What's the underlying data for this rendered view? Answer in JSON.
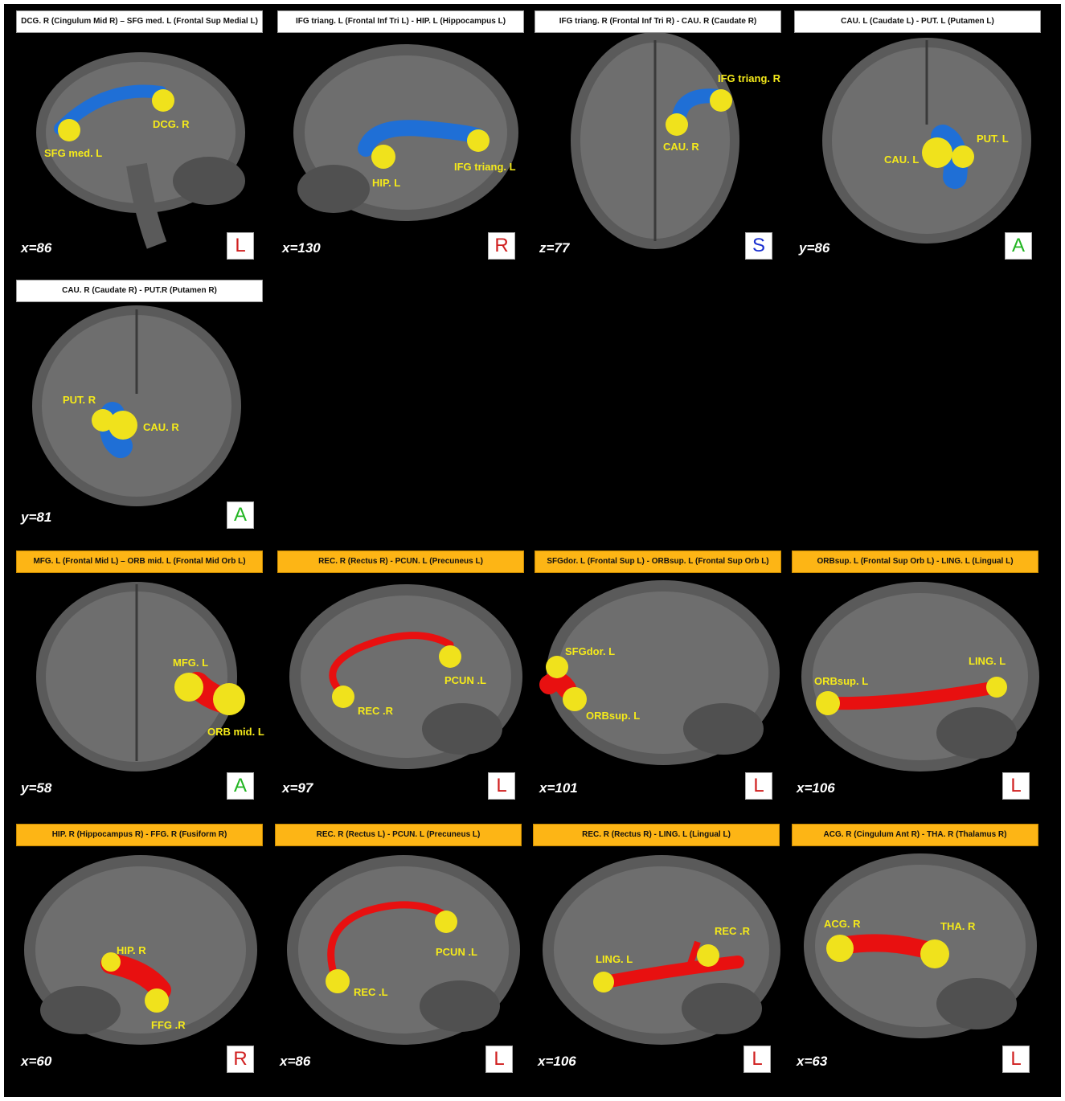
{
  "colors": {
    "background": "#000000",
    "blue_tract": "#1f6fd6",
    "red_tract": "#e81010",
    "node": "#f0e21c",
    "label": "#f5ea1a",
    "orange_title": "#fdb515"
  },
  "panels": [
    {
      "title": "DCG. R (Cingulum Mid R) – SFG med. L (Frontal Sup Medial L)",
      "coord": "x=86",
      "orient": "L",
      "orient_color": "#d02020",
      "labels": [
        "DCG. R",
        "SFG med. L"
      ]
    },
    {
      "title": "IFG triang. L (Frontal Inf Tri L) - HIP. L (Hippocampus L)",
      "coord": "x=130",
      "orient": "R",
      "orient_color": "#d02020",
      "labels": [
        "HIP. L",
        "IFG triang. L"
      ]
    },
    {
      "title": "IFG triang. R (Frontal Inf Tri R) - CAU. R (Caudate R)",
      "coord": "z=77",
      "orient": "S",
      "orient_color": "#1a2fd0",
      "labels": [
        "IFG triang. R",
        "CAU. R"
      ]
    },
    {
      "title": "CAU. L (Caudate L) - PUT. L (Putamen L)",
      "coord": "y=86",
      "orient": "A",
      "orient_color": "#22b522",
      "labels": [
        "PUT. L",
        "CAU. L"
      ]
    },
    {
      "title": "CAU. R (Caudate R) - PUT.R (Putamen R)",
      "coord": "y=81",
      "orient": "A",
      "orient_color": "#22b522",
      "labels": [
        "PUT. R",
        "CAU. R"
      ]
    },
    {
      "title": "MFG. L (Frontal Mid L) – ORB mid. L (Frontal Mid Orb L)",
      "coord": "y=58",
      "orient": "A",
      "orient_color": "#22b522",
      "labels": [
        "MFG. L",
        "ORB mid. L"
      ]
    },
    {
      "title": "REC. R (Rectus R) - PCUN. L (Precuneus L)",
      "coord": "x=97",
      "orient": "L",
      "orient_color": "#d02020",
      "labels": [
        "PCUN .L",
        "REC .R"
      ]
    },
    {
      "title": "SFGdor. L (Frontal Sup L) - ORBsup. L (Frontal Sup Orb L)",
      "coord": "x=101",
      "orient": "L",
      "orient_color": "#d02020",
      "labels": [
        "SFGdor. L",
        "ORBsup. L"
      ]
    },
    {
      "title": "ORBsup. L (Frontal Sup Orb L) - LING. L (Lingual L)",
      "coord": "x=106",
      "orient": "L",
      "orient_color": "#d02020",
      "labels": [
        "ORBsup. L",
        "LING. L"
      ]
    },
    {
      "title": "HIP. R (Hippocampus R) - FFG. R (Fusiform R)",
      "coord": "x=60",
      "orient": "R",
      "orient_color": "#d02020",
      "labels": [
        "HIP. R",
        "FFG .R"
      ]
    },
    {
      "title": "REC. R (Rectus L) - PCUN. L (Precuneus L)",
      "coord": "x=86",
      "orient": "L",
      "orient_color": "#d02020",
      "labels": [
        "PCUN .L",
        "REC .L"
      ]
    },
    {
      "title": "REC. R (Rectus R) - LING. L (Lingual L)",
      "coord": "x=106",
      "orient": "L",
      "orient_color": "#d02020",
      "labels": [
        "LING. L",
        "REC .R"
      ]
    },
    {
      "title": "ACG. R (Cingulum Ant R) - THA. R (Thalamus R)",
      "coord": "x=63",
      "orient": "L",
      "orient_color": "#d02020",
      "labels": [
        "ACG. R",
        "THA. R"
      ]
    }
  ]
}
